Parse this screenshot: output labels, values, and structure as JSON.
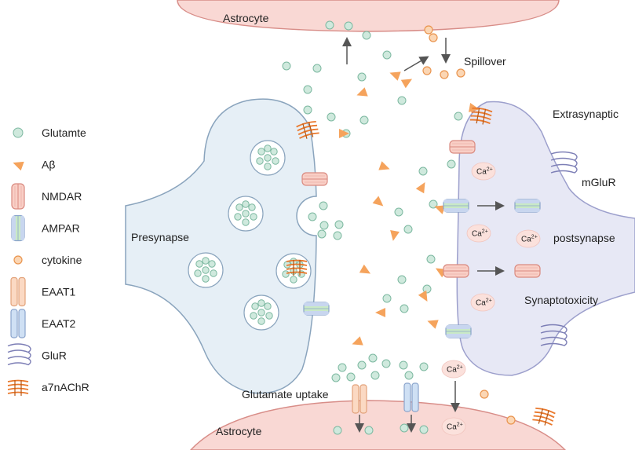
{
  "colors": {
    "astrocyte_fill": "#f9d8d4",
    "astrocyte_stroke": "#d88d88",
    "presynapse_fill": "#e6eff6",
    "presynapse_stroke": "#8aa4bd",
    "postsynapse_fill": "#e7e8f5",
    "postsynapse_stroke": "#9c9fcc",
    "glutamate": "#cfe9dd",
    "glutamate_stroke": "#7cb8a0",
    "abeta": "#f5a35c",
    "cytokine": "#fbd6b4",
    "cytokine_stroke": "#e9944e",
    "calcium": "#fbe1dc",
    "receptor_stripe": "#e9782c",
    "arrow": "#555555"
  },
  "legend": [
    {
      "icon": "glutamate",
      "label": "Glutamte"
    },
    {
      "icon": "abeta",
      "label": "Aβ"
    },
    {
      "icon": "nmdar",
      "label": "NMDAR"
    },
    {
      "icon": "ampar",
      "label": "AMPAR"
    },
    {
      "icon": "cytokine",
      "label": "cytokine"
    },
    {
      "icon": "eaat1",
      "label": "EAAT1"
    },
    {
      "icon": "eaat2",
      "label": "EAAT2"
    },
    {
      "icon": "glur",
      "label": "GluR"
    },
    {
      "icon": "a7nachr",
      "label": "a7nAChR"
    }
  ],
  "labels": {
    "astrocyte_top": "Astrocyte",
    "astrocyte_bottom": "Astrocyte",
    "spillover": "Spillover",
    "extrasynaptic": "Extrasynaptic",
    "mglur": "mGluR",
    "presynapse": "Presynapse",
    "postsynapse": "postsynapse",
    "synaptotoxicity": "Synaptotoxicity",
    "glutamate_uptake": "Glutamate uptake"
  },
  "calcium_label": {
    "base": "Ca",
    "superscript": "2+"
  }
}
